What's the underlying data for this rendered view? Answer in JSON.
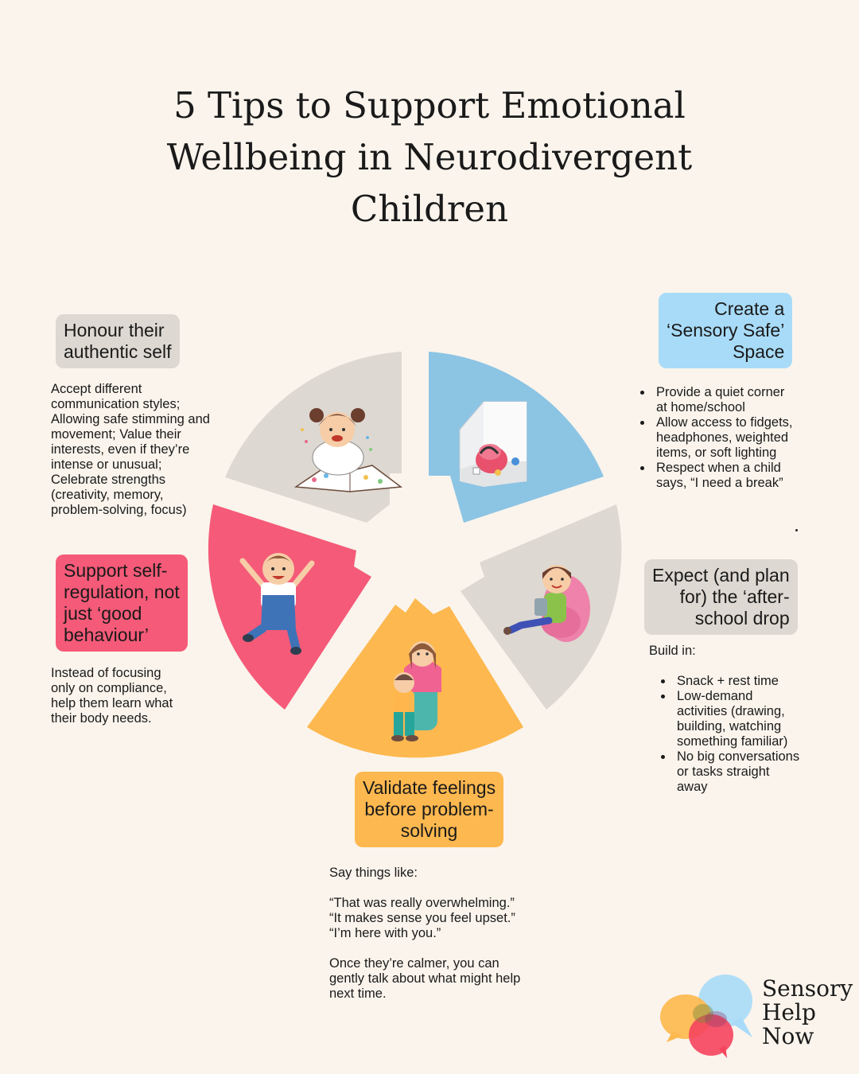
{
  "title": {
    "line1": "5 Tips to Support Emotional",
    "line2": "Wellbeing in Neurodivergent",
    "line3": "Children"
  },
  "colors": {
    "background": "#FAF4EC",
    "grey": "#DDD8D1",
    "blue": "#8CC4E4",
    "pink": "#F55A78",
    "yellow": "#FDB84F"
  },
  "tips": {
    "honour": {
      "label": [
        "Honour their",
        "authentic self"
      ],
      "body": [
        "Accept different",
        "communication styles;",
        "Allowing safe stimming and",
        "movement; Value their",
        "interests, even if they’re",
        "intense or unusual;",
        "Celebrate strengths",
        "(creativity, memory,",
        "problem-solving, focus)"
      ],
      "illustration": "girl-reading-book-illustration"
    },
    "sensory": {
      "label": [
        "Create a",
        "‘Sensory Safe’",
        "Space"
      ],
      "bullets": [
        [
          "Provide a quiet corner",
          "at home/school"
        ],
        [
          "Allow access to fidgets,",
          "headphones, weighted",
          "items, or soft lighting"
        ],
        [
          "Respect when a child",
          "says, “I need a break”"
        ]
      ],
      "illustration": "sensory-corner-room-illustration"
    },
    "afterschool": {
      "label": [
        "Expect (and plan",
        "for) the ‘after-",
        "school drop"
      ],
      "intro": "Build in:",
      "bullets": [
        [
          "Snack + rest time"
        ],
        [
          "Low-demand",
          "activities (drawing,",
          "building, watching",
          "something familiar)"
        ],
        [
          "No big conversations",
          "or tasks straight",
          "away"
        ]
      ],
      "illustration": "child-on-beanbag-tablet-illustration"
    },
    "validate": {
      "label": [
        "Validate feelings",
        "before problem-",
        "solving"
      ],
      "intro": "Say things like:",
      "quotes": [
        "“That was really overwhelming.”",
        "“It makes sense you feel upset.”",
        "“I’m here with you.”"
      ],
      "outro": [
        "Once they’re calmer, you can",
        "gently talk about what might help",
        "next time."
      ],
      "illustration": "parent-hugging-child-illustration"
    },
    "regulation": {
      "label": [
        "Support self-",
        "regulation, not",
        "just ‘good",
        "behaviour’"
      ],
      "body": [
        "Instead of focusing",
        "only on compliance,",
        "help them learn what",
        "their body needs."
      ],
      "illustration": "boy-jumping-illustration"
    }
  },
  "logo": {
    "lines": [
      "Sensory",
      "Help",
      "Now"
    ],
    "icon": "speech-bubbles-logo-icon"
  }
}
